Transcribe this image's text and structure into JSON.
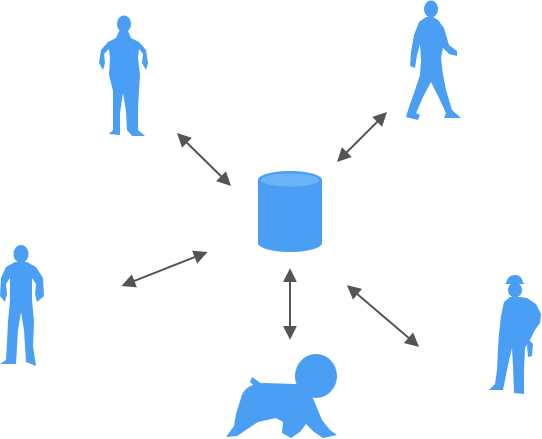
{
  "diagram": {
    "center": {
      "icon": "database-icon"
    },
    "nodes": [
      {
        "id": "woman-top-left",
        "icon": "standing-woman-icon"
      },
      {
        "id": "man-walking-top-right",
        "icon": "walking-man-icon"
      },
      {
        "id": "man-left",
        "icon": "standing-man-icon"
      },
      {
        "id": "worker-right",
        "icon": "construction-worker-icon"
      },
      {
        "id": "baby-bottom",
        "icon": "crawling-baby-icon"
      }
    ],
    "edges": [
      {
        "from": "database",
        "to": "woman-top-left",
        "direction": "bidirectional"
      },
      {
        "from": "database",
        "to": "man-walking-top-right",
        "direction": "bidirectional"
      },
      {
        "from": "database",
        "to": "man-left",
        "direction": "bidirectional"
      },
      {
        "from": "database",
        "to": "worker-right",
        "direction": "bidirectional"
      },
      {
        "from": "database",
        "to": "baby-bottom",
        "direction": "bidirectional"
      }
    ]
  },
  "colors": {
    "figure": "#4a9ff5",
    "database_top": "#6ab3f7",
    "arrow": "#555555",
    "background": "#ffffff"
  }
}
